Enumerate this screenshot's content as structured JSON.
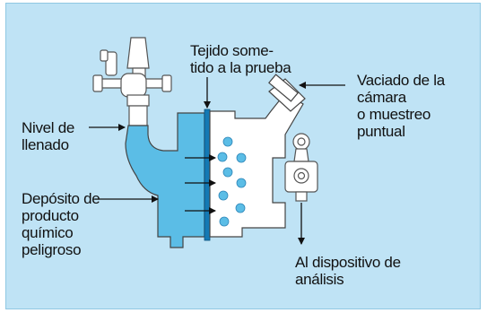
{
  "labels": {
    "fabric": [
      "Tejido some-",
      "tido a la prueba"
    ],
    "drain": [
      "Vaciado de la",
      "cámara",
      "o muestreo",
      "puntual"
    ],
    "fill_level": [
      "Nivel de",
      "llenado"
    ],
    "reservoir": [
      "Depósito de",
      "producto",
      "químico",
      "peligroso"
    ],
    "analysis": [
      "Al dispositivo de",
      "análisis"
    ]
  },
  "colors": {
    "background": "#bfe3f5",
    "liquid": "#5bbde6",
    "body": "#ffffff",
    "membrane": "#1479b4",
    "bubbles": "#5bbde6"
  }
}
